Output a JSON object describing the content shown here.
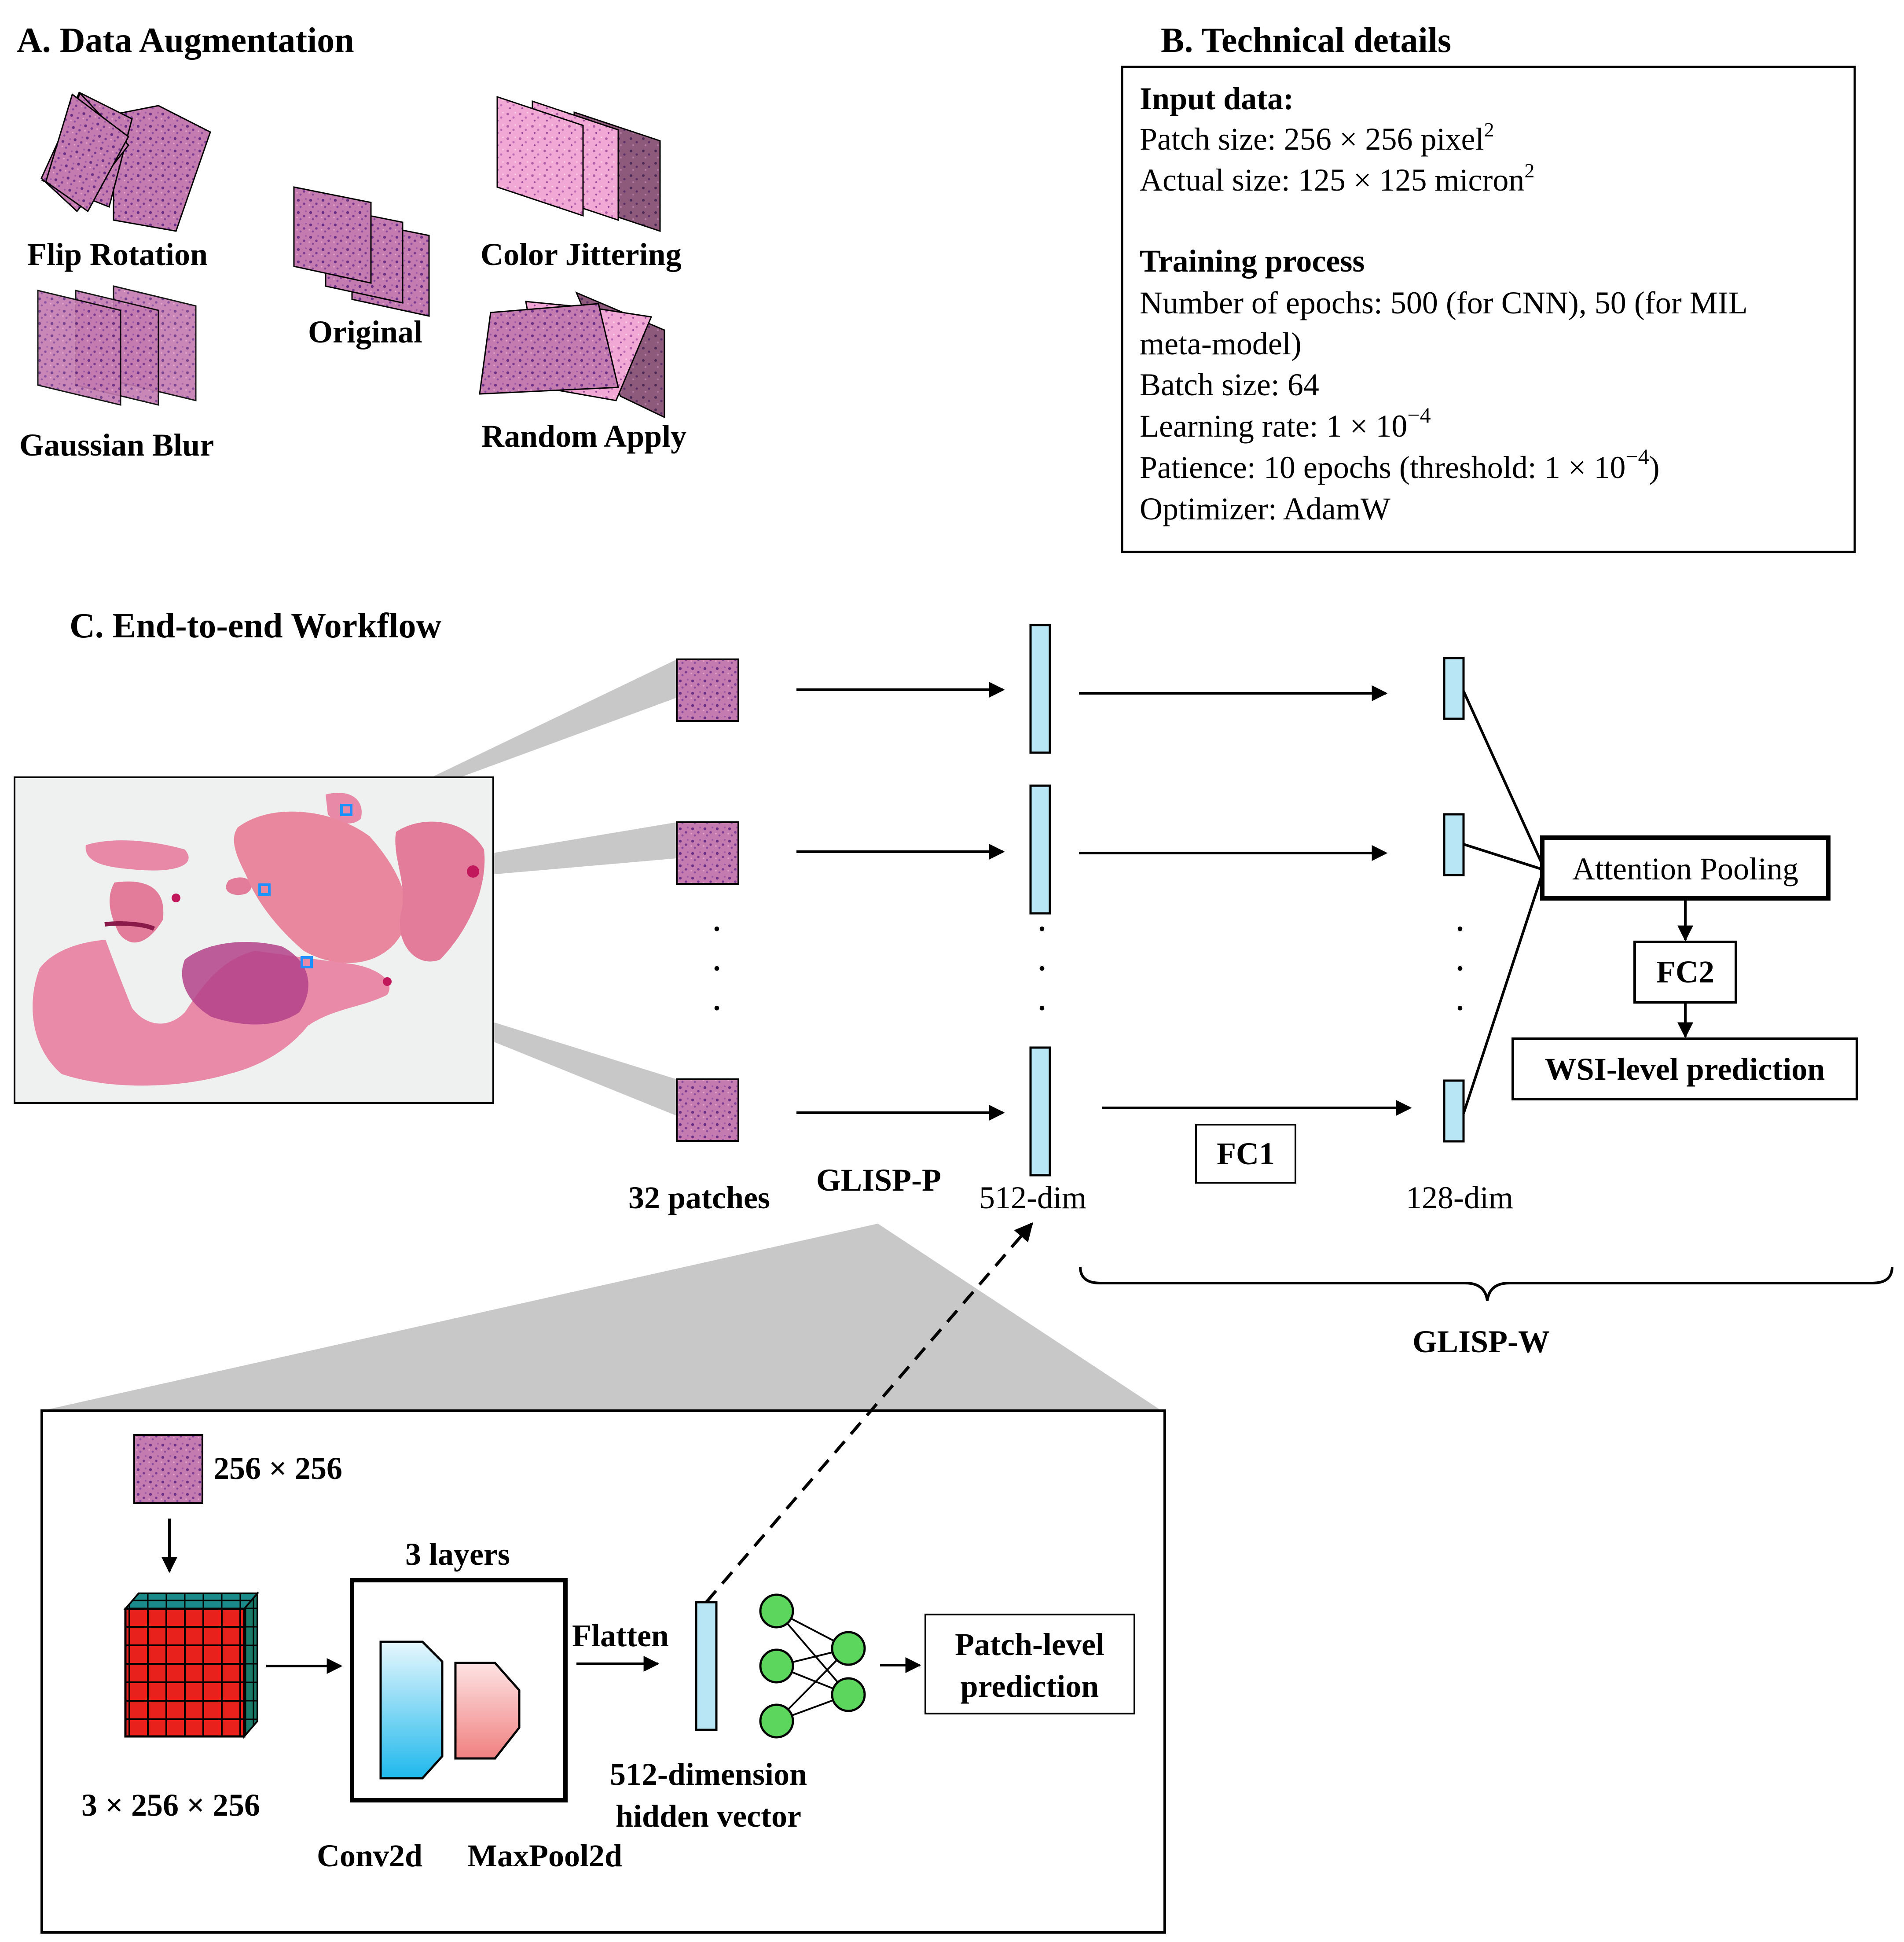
{
  "colors": {
    "vector": "#b8e6f5",
    "tissue_pink": "#e37b9b",
    "tissue_purple": "#b3428a",
    "patch_purple": "#c06fa8",
    "zoom_gray": "#c8c8c8",
    "cube_red": "#e8211c",
    "neuron_green": "#5cd65c",
    "marker_blue": "#1e90ff",
    "conv_blue": "#33c3ee",
    "pool_pink": "#f28c8c"
  },
  "panel_a": {
    "title": "A. Data Augmentation",
    "labels": {
      "flip_rotation": "Flip Rotation",
      "original": "Original",
      "color_jittering": "Color Jittering",
      "gaussian_blur": "Gaussian Blur",
      "random_apply": "Random Apply"
    }
  },
  "panel_b": {
    "title": "B. Technical details",
    "input_heading": "Input data:",
    "patch_size": "Patch size: 256 × 256 pixel",
    "patch_size_sup": "2",
    "actual_size": "Actual size: 125 × 125 micron",
    "actual_size_sup": "2",
    "training_heading": "Training process",
    "epochs_line1": "Number of epochs: 500 (for CNN), 50 (for MIL",
    "epochs_line2": "meta-model)",
    "batch_size": "Batch size: 64",
    "learning_rate": "Learning rate: 1 × 10",
    "learning_rate_sup": "−4",
    "patience": "Patience: 10 epochs (threshold: 1 × 10",
    "patience_sup": "−4",
    "patience_close": ")",
    "optimizer": "Optimizer: AdamW"
  },
  "panel_c": {
    "title": "C. End-to-end Workflow",
    "patches_label": "32  patches",
    "glisp_p": "GLISP-P",
    "dim512": "512-dim",
    "fc1": "FC1",
    "dim128": "128-dim",
    "attention_pooling": "Attention Pooling",
    "fc2": "FC2",
    "wsi_prediction": "WSI-level prediction",
    "glisp_w": "GLISP-W",
    "dots": "·"
  },
  "detail": {
    "input_size": "256 × 256",
    "tensor_size": "3 × 256 × 256",
    "layers": "3 layers",
    "conv": "Conv2d",
    "pool": "MaxPool2d",
    "flatten": "Flatten",
    "hidden_line1": "512-dimension",
    "hidden_line2": "hidden vector",
    "patch_pred_line1": "Patch-level",
    "patch_pred_line2": "prediction"
  }
}
